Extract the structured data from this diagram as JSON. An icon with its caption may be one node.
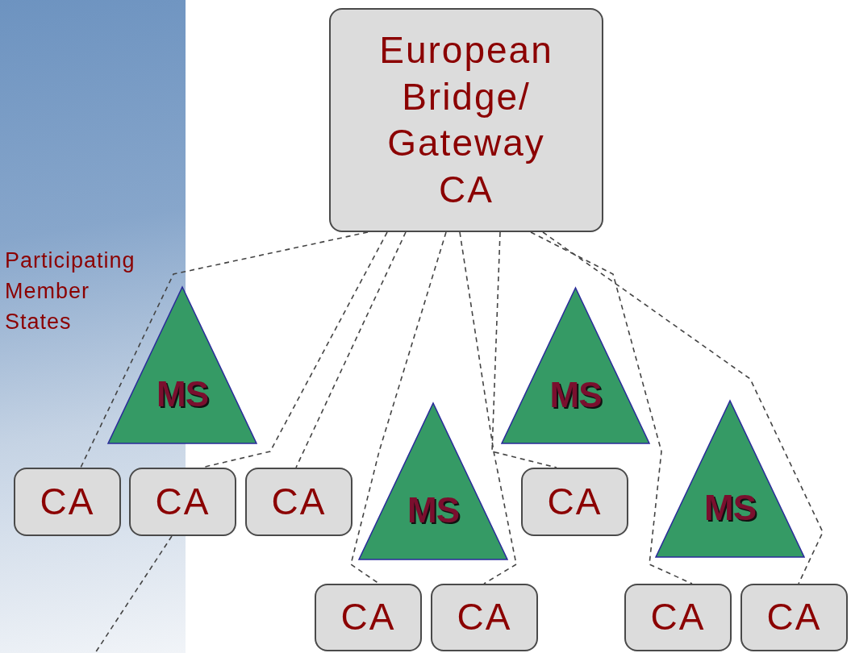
{
  "diagram": {
    "nodes": [
      {
        "text": [
          "European Bridge/ Gateway CA"
        ]
      },
      {
        "text": [
          "MS"
        ]
      },
      {
        "text": [
          "MS"
        ]
      },
      {
        "text": [
          "MS"
        ]
      },
      {
        "text": [
          "MS"
        ]
      },
      {
        "text": [
          "CA"
        ]
      },
      {
        "text": [
          "CA"
        ]
      },
      {
        "text": [
          "CA"
        ]
      },
      {
        "text": [
          "CA"
        ]
      },
      {
        "text": [
          "CA"
        ]
      },
      {
        "text": [
          "CA"
        ]
      },
      {
        "text": [
          "CA"
        ]
      },
      {
        "text": [
          "CA"
        ]
      }
    ],
    "edges": [
      {
        "from": 0,
        "to": 5,
        "arrow": "none",
        "style": "dashed"
      },
      {
        "from": 0,
        "to": 6,
        "arrow": "none",
        "style": "dashed"
      },
      {
        "from": 0,
        "to": 7,
        "arrow": "none",
        "style": "dashed"
      },
      {
        "from": 0,
        "to": 9,
        "arrow": "none",
        "style": "dashed"
      },
      {
        "from": 0,
        "to": 10,
        "arrow": "none",
        "style": "dashed"
      },
      {
        "from": 0,
        "to": 8,
        "arrow": "none",
        "style": "dashed"
      },
      {
        "from": 0,
        "to": 11,
        "arrow": "none",
        "style": "dashed"
      },
      {
        "from": 0,
        "to": 12,
        "arrow": "none",
        "style": "dashed"
      },
      {
        "from": 6,
        "to": null,
        "arrow": "none",
        "style": "dashed"
      }
    ],
    "labels": [
      "Participating Member States"
    ]
  }
}
